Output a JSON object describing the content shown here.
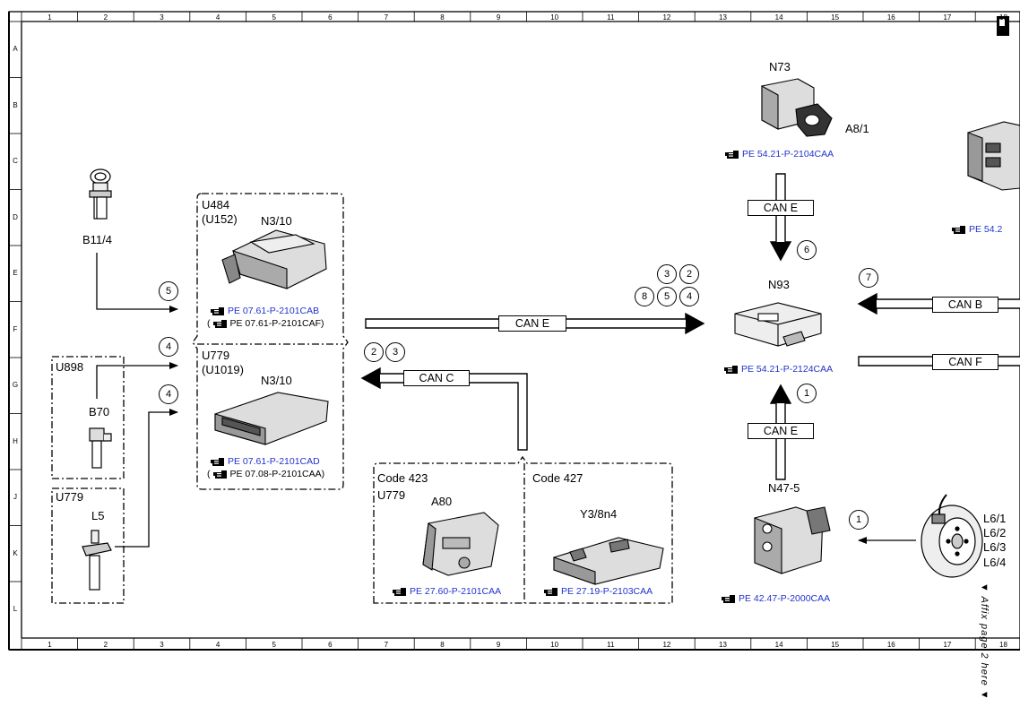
{
  "grid": {
    "columns": [
      "1",
      "2",
      "3",
      "4",
      "5",
      "6",
      "7",
      "8",
      "9",
      "10",
      "11",
      "12",
      "13",
      "14",
      "15",
      "16",
      "17",
      "18"
    ],
    "rows": [
      "A",
      "B",
      "C",
      "D",
      "E",
      "F",
      "G",
      "H",
      "J",
      "K",
      "L"
    ]
  },
  "components": {
    "n73": "N73",
    "a8_1": "A8/1",
    "b11_4": "B11/4",
    "u484": "U484",
    "u152": "(U152)",
    "n3_10_top": "N3/10",
    "u779_upper": "U779",
    "u1019": "(U1019)",
    "n3_10_bottom": "N3/10",
    "u898": "U898",
    "b70": "B70",
    "u779_left": "U779",
    "l5": "L5",
    "n93": "N93",
    "code423": "Code 423",
    "u779_code423": "U779",
    "a80": "A80",
    "code427": "Code 427",
    "y3_8n4": "Y3/8n4",
    "n47_5": "N47-5",
    "l6_1": "L6/1",
    "l6_2": "L6/2",
    "l6_3": "L6/3",
    "l6_4": "L6/4"
  },
  "references": {
    "n73": "PE 54.21-P-2104CAA",
    "right_edge": "PE 54.2",
    "n3_cab": "PE 07.61-P-2101CAB",
    "n3_caf": "PE 07.61-P-2101CAF)",
    "n3_cad": "PE 07.61-P-2101CAD",
    "n3_caa": "PE 07.08-P-2101CAA)",
    "n93": "PE 54.21-P-2124CAA",
    "a80": "PE 27.60-P-2101CAA",
    "y3": "PE 27.19-P-2103CAA",
    "n47": "PE 42.47-P-2000CAA",
    "open_paren": "("
  },
  "buses": {
    "can_e_top": "CAN E",
    "can_e_mid": "CAN E",
    "can_e_bottom": "CAN E",
    "can_c": "CAN C",
    "can_b": "CAN B",
    "can_f": "CAN F"
  },
  "badges": {
    "b11_to_n3": "5",
    "b70_to_n3": "4",
    "l5_to_n3": "4",
    "can_e_3": "3",
    "can_e_2": "2",
    "can_e_8": "8",
    "can_e_5": "5",
    "can_e_4": "4",
    "can_c_2": "2",
    "can_c_3": "3",
    "n73_6": "6",
    "can_b_7": "7",
    "n47_1": "1",
    "l6_1": "1"
  },
  "note": "▼ Affix page 2 here ▼"
}
